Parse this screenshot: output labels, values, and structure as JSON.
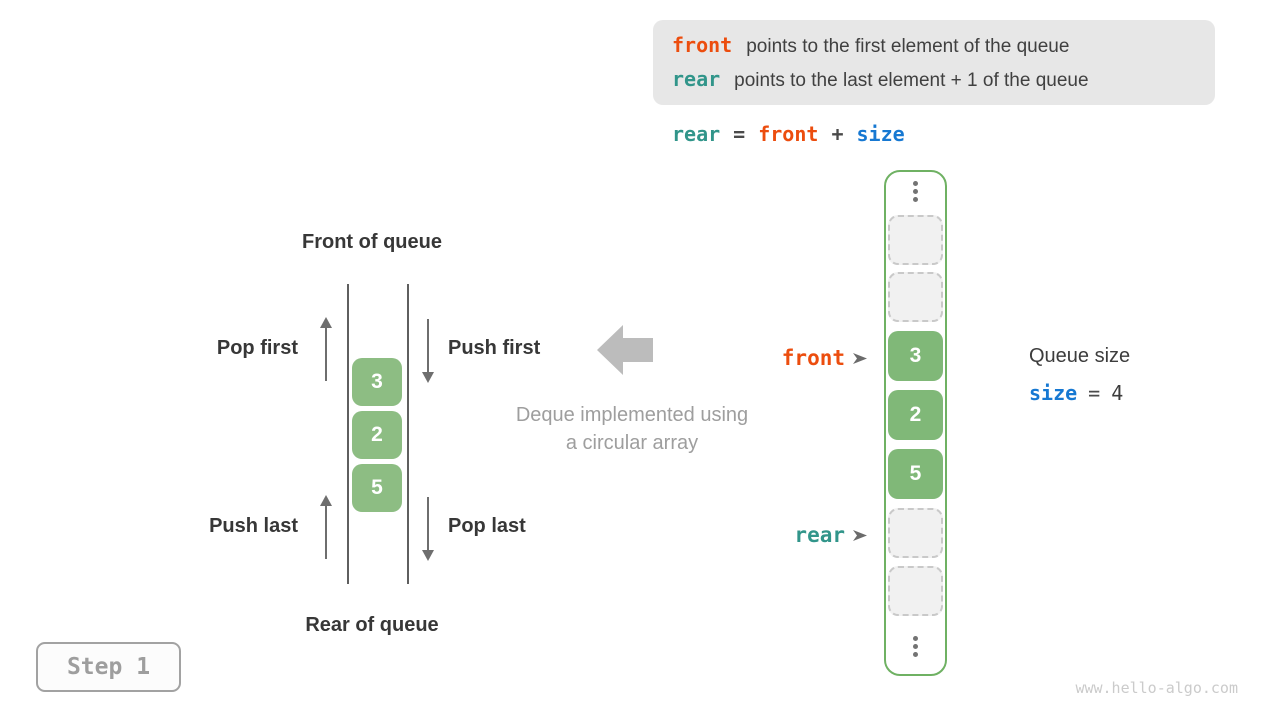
{
  "palette": {
    "front_orange": "#ec4d0e",
    "rear_teal": "#31958a",
    "size_blue": "#1678d2",
    "deque_cell_green": "#8dbd83",
    "array_cell_green": "#80b878",
    "array_border_green": "#6fb163",
    "note_bg_gray": "#e7e7e7",
    "caption_gray": "#9e9e9e",
    "watermark_gray": "#cbcbcb"
  },
  "note": {
    "line1_code": "front",
    "line1_text": "points to the first element of the queue",
    "line2_code": "rear",
    "line2_text": "points to the last element + 1 of the queue"
  },
  "formula": {
    "rear": "rear",
    "eq": "=",
    "front": "front",
    "plus": "+",
    "size": "size"
  },
  "deque": {
    "front_label": "Front of queue",
    "rear_label": "Rear of queue",
    "pop_first": "Pop first",
    "push_first": "Push first",
    "push_last": "Push last",
    "pop_last": "Pop last",
    "values": [
      "3",
      "2",
      "5"
    ]
  },
  "caption": {
    "line1": "Deque implemented using",
    "line2": "a circular array"
  },
  "array": {
    "cells": [
      {
        "type": "empty",
        "value": ""
      },
      {
        "type": "empty",
        "value": ""
      },
      {
        "type": "filled",
        "value": "3"
      },
      {
        "type": "filled",
        "value": "2"
      },
      {
        "type": "filled",
        "value": "5"
      },
      {
        "type": "empty",
        "value": ""
      },
      {
        "type": "empty",
        "value": ""
      }
    ],
    "front_pointer": "front",
    "rear_pointer": "rear"
  },
  "queue_size": {
    "title": "Queue size",
    "var": "size",
    "eq": "=",
    "value": "4"
  },
  "step": {
    "label": "Step 1"
  },
  "watermark": "www.hello-algo.com"
}
